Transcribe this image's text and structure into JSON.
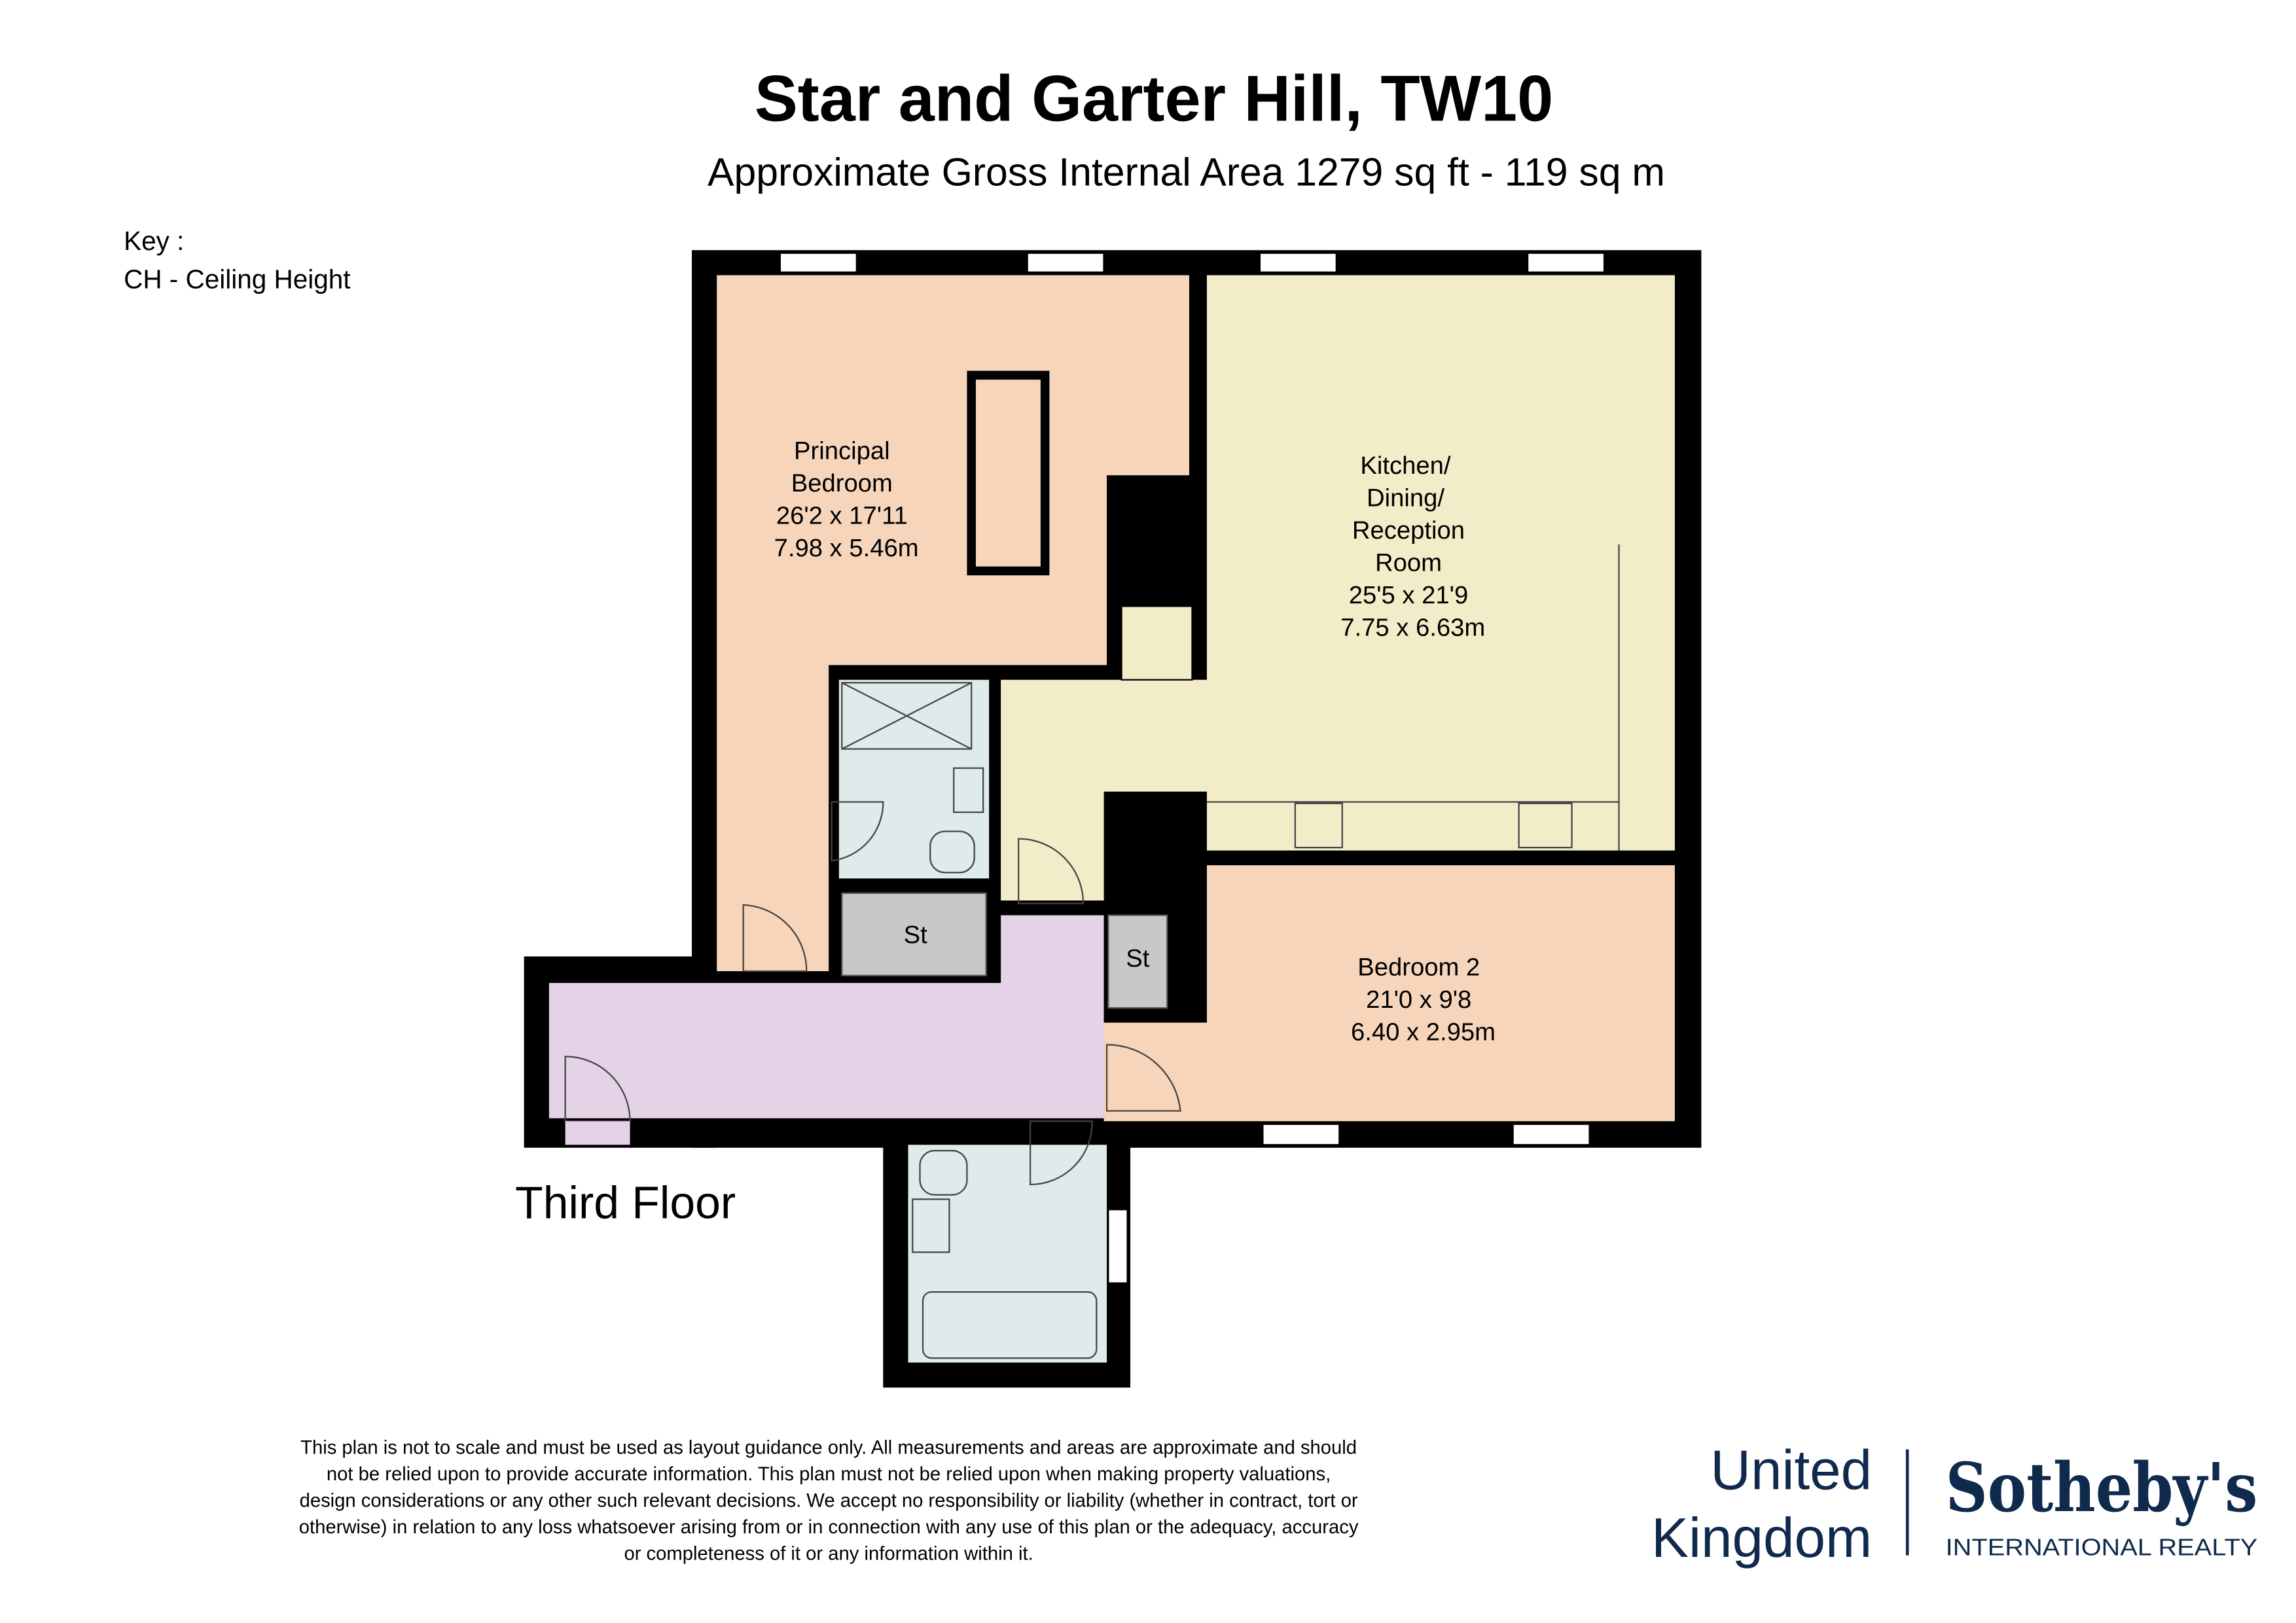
{
  "header": {
    "title": "Star and Garter Hill, TW10",
    "subtitle": "Approximate Gross Internal Area 1279 sq ft - 119 sq m"
  },
  "key": {
    "label": "Key :",
    "items": [
      "CH - Ceiling Height"
    ]
  },
  "floor_label": "Third Floor",
  "rooms": {
    "principal_bedroom": [
      "Principal",
      "Bedroom",
      "26'2 x 17'11",
      "7.98 x 5.46m"
    ],
    "kitchen": [
      "Kitchen/",
      "Dining/",
      "Reception",
      "Room",
      "25'5 x 21'9",
      "7.75 x 6.63m"
    ],
    "bedroom2": [
      "Bedroom 2",
      "21'0 x 9'8",
      "6.40 x 2.95m"
    ],
    "store1": "St",
    "store2": "St"
  },
  "colors": {
    "bedroom": "#f6d5bb",
    "kitchen": "#f2ecc8",
    "hall": "#e4d3e6",
    "bathroom": "#dfeaea",
    "store": "#c8c8c8",
    "brand": "#0f2a4d"
  },
  "disclaimer": [
    "This plan is not to scale and must be used as layout guidance only. All measurements and areas are approximate and should",
    "not be relied upon to provide accurate information. This plan must not be relied upon when making property valuations,",
    "design considerations or any other such relevant decisions. We accept no responsibility or liability (whether in contract, tort or",
    "otherwise) in relation to any loss whatsoever arising from or in connection with any use of this plan or the adequacy, accuracy",
    "or completeness of it or any information within it."
  ],
  "logo": {
    "region_line1": "United",
    "region_line2": "Kingdom",
    "brand": "Sotheby's",
    "tagline": "INTERNATIONAL REALTY"
  }
}
